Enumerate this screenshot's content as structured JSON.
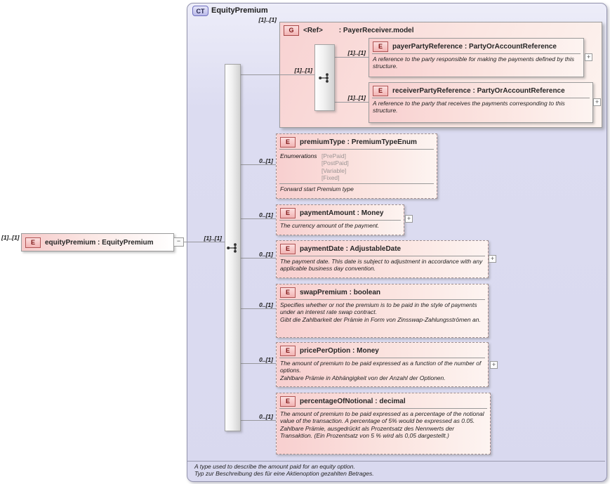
{
  "punct": {
    "colon": " : "
  },
  "icons": {
    "ct_badge": "CT",
    "element_badge": "E",
    "group_badge": "G",
    "expand": "+",
    "collapse": "−"
  },
  "root": {
    "occurrence": "[1]..[1]",
    "name": "equityPremium",
    "type": "EquityPremium"
  },
  "ct": {
    "title": "EquityPremium",
    "occurrence": "[1]..[1]",
    "annotation": [
      "A type used to describe the amount paid for an equity option.",
      "Typ zur Beschreibung des für eine Aktienoption gezahlten Betrages."
    ]
  },
  "group": {
    "occurrence": "[1]..[1]",
    "inner_occurrence": "[1]..[1]",
    "name": "<Ref>",
    "type": "PayerReceiver.model",
    "payer": {
      "occurrence": "[1]..[1]",
      "name": "payerPartyReference",
      "type": "PartyOrAccountReference",
      "annotation": [
        "A reference to the party responsible for making the payments defined by this structure."
      ]
    },
    "receiver": {
      "occurrence": "[1]..[1]",
      "name": "receiverPartyReference",
      "type": "PartyOrAccountReference",
      "annotation": [
        "A reference to the party that receives the payments corresponding to this structure."
      ]
    }
  },
  "elements": {
    "premiumType": {
      "occurrence": "0..[1]",
      "name": "premiumType",
      "type": "PremiumTypeEnum",
      "enumerations_label": "Enumerations",
      "enumerations": [
        "[PrePaid]",
        "[PostPaid]",
        "[Variable]",
        "[Fixed]"
      ],
      "annotation": [
        "Forward start Premium type"
      ]
    },
    "paymentAmount": {
      "occurrence": "0..[1]",
      "name": "paymentAmount",
      "type": "Money",
      "annotation": [
        "The currency amount of the payment."
      ]
    },
    "paymentDate": {
      "occurrence": "0..[1]",
      "name": "paymentDate",
      "type": "AdjustableDate",
      "annotation": [
        "The payment date. This date is subject to adjustment in accordance with any applicable business day convention."
      ]
    },
    "swapPremium": {
      "occurrence": "0..[1]",
      "name": "swapPremium",
      "type": "boolean",
      "annotation": [
        "Specifies whether or not the premium is to be paid in the style of payments under an interest rate swap contract.",
        "Gibt die Zahlbarkeit der Prämie in Form von Zinsswap-Zahlungsströmen an."
      ]
    },
    "pricePerOption": {
      "occurrence": "0..[1]",
      "name": "pricePerOption",
      "type": "Money",
      "annotation": [
        "The amount of premium to be paid expressed as a function of the number of options.",
        "Zahlbare Prämie in Abhängigkeit von der Anzahl der Optionen."
      ]
    },
    "percentageOfNotional": {
      "occurrence": "0..[1]",
      "name": "percentageOfNotional",
      "type": "decimal",
      "annotation": [
        "The amount of premium to be paid expressed as a percentage of the notional value of the transaction. A percentage of 5% would be expressed as 0.05.",
        "Zahlbare Prämie, ausgedrückt als Prozentsatz des Nennwerts der Transaktion. (Ein Prozentsatz von 5 % wird als 0,05 dargestellt.)"
      ]
    }
  }
}
